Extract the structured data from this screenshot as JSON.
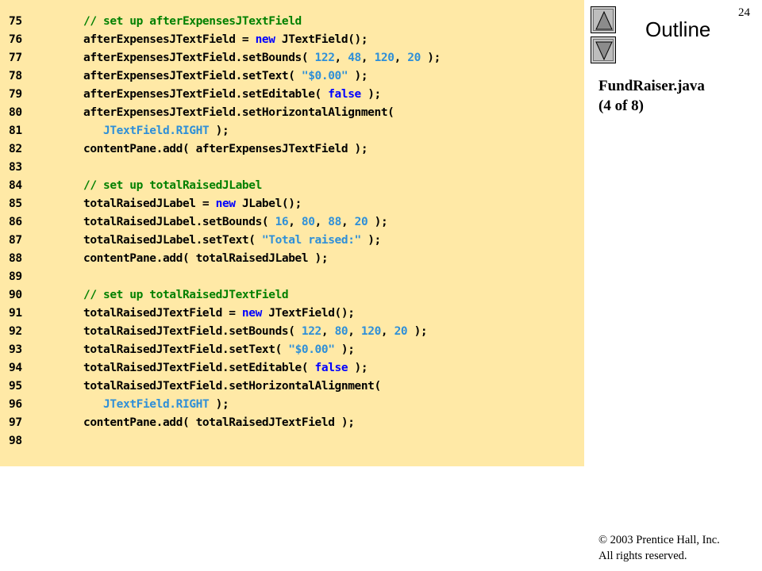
{
  "slide": {
    "number": "24",
    "outline_title": "Outline",
    "file_name": "FundRaiser.java",
    "page_of": "(4 of 8)",
    "copyright": "© 2003 Prentice Hall, Inc.",
    "rights": "All rights reserved.",
    "nav_buttons": [
      "up-arrow-icon",
      "down-arrow-icon"
    ]
  },
  "colors": {
    "code_background": "#ffe9a6",
    "comment": "#008000",
    "keyword": "#0000ff",
    "literal": "#2e8fd8"
  },
  "code": {
    "lines": [
      {
        "n": "75",
        "tokens": [
          [
            "cm",
            "// set up afterExpensesJTextField"
          ]
        ]
      },
      {
        "n": "76",
        "tokens": [
          [
            "p",
            "afterExpensesJTextField = "
          ],
          [
            "kw",
            "new"
          ],
          [
            "p",
            " JTextField();"
          ]
        ]
      },
      {
        "n": "77",
        "tokens": [
          [
            "p",
            "afterExpensesJTextField.setBounds( "
          ],
          [
            "num",
            "122"
          ],
          [
            "p",
            ", "
          ],
          [
            "num",
            "48"
          ],
          [
            "p",
            ", "
          ],
          [
            "num",
            "120"
          ],
          [
            "p",
            ", "
          ],
          [
            "num",
            "20"
          ],
          [
            "p",
            " );"
          ]
        ]
      },
      {
        "n": "78",
        "tokens": [
          [
            "p",
            "afterExpensesJTextField.setText( "
          ],
          [
            "str",
            "\"$0.00\""
          ],
          [
            "p",
            " );"
          ]
        ]
      },
      {
        "n": "79",
        "tokens": [
          [
            "p",
            "afterExpensesJTextField.setEditable( "
          ],
          [
            "kw",
            "false"
          ],
          [
            "p",
            " );"
          ]
        ]
      },
      {
        "n": "80",
        "tokens": [
          [
            "p",
            "afterExpensesJTextField.setHorizontalAlignment("
          ]
        ]
      },
      {
        "n": "81",
        "tokens": [
          [
            "p",
            "   "
          ],
          [
            "const",
            "JTextField.RIGHT"
          ],
          [
            "p",
            " );"
          ]
        ]
      },
      {
        "n": "82",
        "tokens": [
          [
            "p",
            "contentPane.add( afterExpensesJTextField );"
          ]
        ]
      },
      {
        "n": "83",
        "tokens": []
      },
      {
        "n": "84",
        "tokens": [
          [
            "cm",
            "// set up totalRaisedJLabel"
          ]
        ]
      },
      {
        "n": "85",
        "tokens": [
          [
            "p",
            "totalRaisedJLabel = "
          ],
          [
            "kw",
            "new"
          ],
          [
            "p",
            " JLabel();"
          ]
        ]
      },
      {
        "n": "86",
        "tokens": [
          [
            "p",
            "totalRaisedJLabel.setBounds( "
          ],
          [
            "num",
            "16"
          ],
          [
            "p",
            ", "
          ],
          [
            "num",
            "80"
          ],
          [
            "p",
            ", "
          ],
          [
            "num",
            "88"
          ],
          [
            "p",
            ", "
          ],
          [
            "num",
            "20"
          ],
          [
            "p",
            " );"
          ]
        ]
      },
      {
        "n": "87",
        "tokens": [
          [
            "p",
            "totalRaisedJLabel.setText( "
          ],
          [
            "str",
            "\"Total raised:\""
          ],
          [
            "p",
            " );"
          ]
        ]
      },
      {
        "n": "88",
        "tokens": [
          [
            "p",
            "contentPane.add( totalRaisedJLabel );"
          ]
        ]
      },
      {
        "n": "89",
        "tokens": []
      },
      {
        "n": "90",
        "tokens": [
          [
            "cm",
            "// set up totalRaisedJTextField"
          ]
        ]
      },
      {
        "n": "91",
        "tokens": [
          [
            "p",
            "totalRaisedJTextField = "
          ],
          [
            "kw",
            "new"
          ],
          [
            "p",
            " JTextField();"
          ]
        ]
      },
      {
        "n": "92",
        "tokens": [
          [
            "p",
            "totalRaisedJTextField.setBounds( "
          ],
          [
            "num",
            "122"
          ],
          [
            "p",
            ", "
          ],
          [
            "num",
            "80"
          ],
          [
            "p",
            ", "
          ],
          [
            "num",
            "120"
          ],
          [
            "p",
            ", "
          ],
          [
            "num",
            "20"
          ],
          [
            "p",
            " );"
          ]
        ]
      },
      {
        "n": "93",
        "tokens": [
          [
            "p",
            "totalRaisedJTextField.setText( "
          ],
          [
            "str",
            "\"$0.00\""
          ],
          [
            "p",
            " );"
          ]
        ]
      },
      {
        "n": "94",
        "tokens": [
          [
            "p",
            "totalRaisedJTextField.setEditable( "
          ],
          [
            "kw",
            "false"
          ],
          [
            "p",
            " );"
          ]
        ]
      },
      {
        "n": "95",
        "tokens": [
          [
            "p",
            "totalRaisedJTextField.setHorizontalAlignment("
          ]
        ]
      },
      {
        "n": "96",
        "tokens": [
          [
            "p",
            "   "
          ],
          [
            "const",
            "JTextField.RIGHT"
          ],
          [
            "p",
            " );"
          ]
        ]
      },
      {
        "n": "97",
        "tokens": [
          [
            "p",
            "contentPane.add( totalRaisedJTextField );"
          ]
        ]
      },
      {
        "n": "98",
        "tokens": []
      }
    ]
  }
}
